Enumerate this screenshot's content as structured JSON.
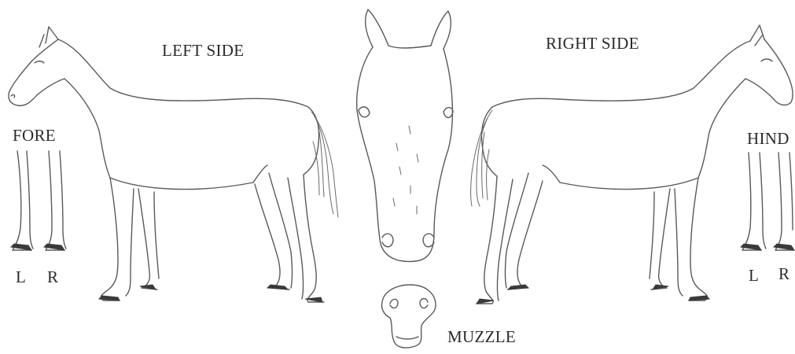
{
  "labels": {
    "left_side": "LEFT SIDE",
    "right_side": "RIGHT SIDE",
    "fore": "FORE",
    "hind": "HIND",
    "fore_left": "L",
    "fore_right": "R",
    "hind_left": "L",
    "hind_right": "R",
    "muzzle": "MUZZLE"
  }
}
